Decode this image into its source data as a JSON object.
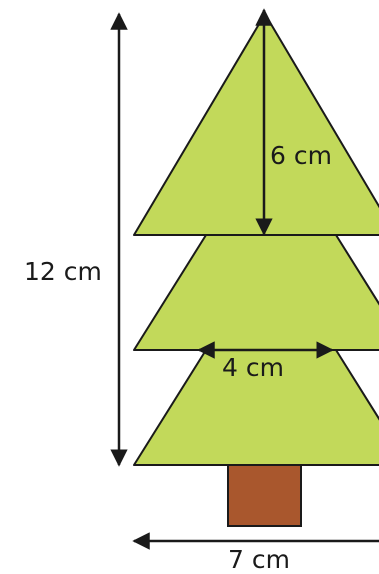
{
  "labels": {
    "total_height": "12 cm",
    "top_triangle_height": "6 cm",
    "middle_width": "4 cm",
    "base_width": "7 cm"
  },
  "colors": {
    "foliage": "#c2d95a",
    "trunk": "#a9572d",
    "stroke": "#1a1a1a",
    "background": "#ffffff"
  }
}
